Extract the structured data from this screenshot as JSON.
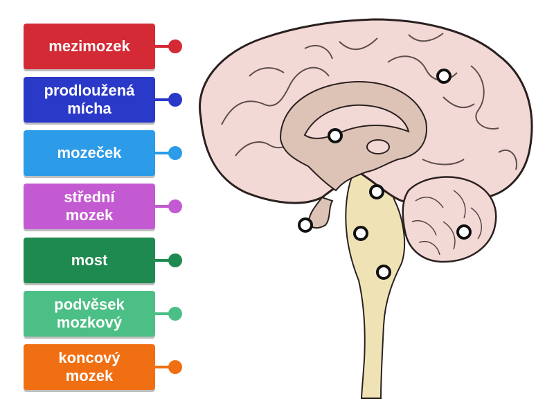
{
  "labels": [
    {
      "text": "mezimozek",
      "color": "#d32a36",
      "dot_color": "#d32a36"
    },
    {
      "text": "prodloužená\nmícha",
      "color": "#2b39c9",
      "dot_color": "#2b39c9"
    },
    {
      "text": "mozeček",
      "color": "#2c9be8",
      "dot_color": "#2c9be8"
    },
    {
      "text": "střední\nmozek",
      "color": "#c45ad2",
      "dot_color": "#c45ad2"
    },
    {
      "text": "most",
      "color": "#1f8a4f",
      "dot_color": "#1f8a4f"
    },
    {
      "text": "podvěsek\nmozkový",
      "color": "#4cbf86",
      "dot_color": "#4cbf86"
    },
    {
      "text": "koncový\nmozek",
      "color": "#f06f12",
      "dot_color": "#f06f12"
    }
  ],
  "colors": {
    "cortex_fill": "#f3d9d5",
    "cortex_stroke": "#2a2020",
    "inner_fill": "#dcc3b5",
    "brainstem_fill": "#efe3b5",
    "cerebellum_fill": "#f3d9d5"
  },
  "drop_targets": [
    {
      "name": "target-cortex"
    },
    {
      "name": "target-diencephalon"
    },
    {
      "name": "target-midbrain"
    },
    {
      "name": "target-pituitary"
    },
    {
      "name": "target-pons"
    },
    {
      "name": "target-cerebellum"
    },
    {
      "name": "target-medulla"
    }
  ]
}
